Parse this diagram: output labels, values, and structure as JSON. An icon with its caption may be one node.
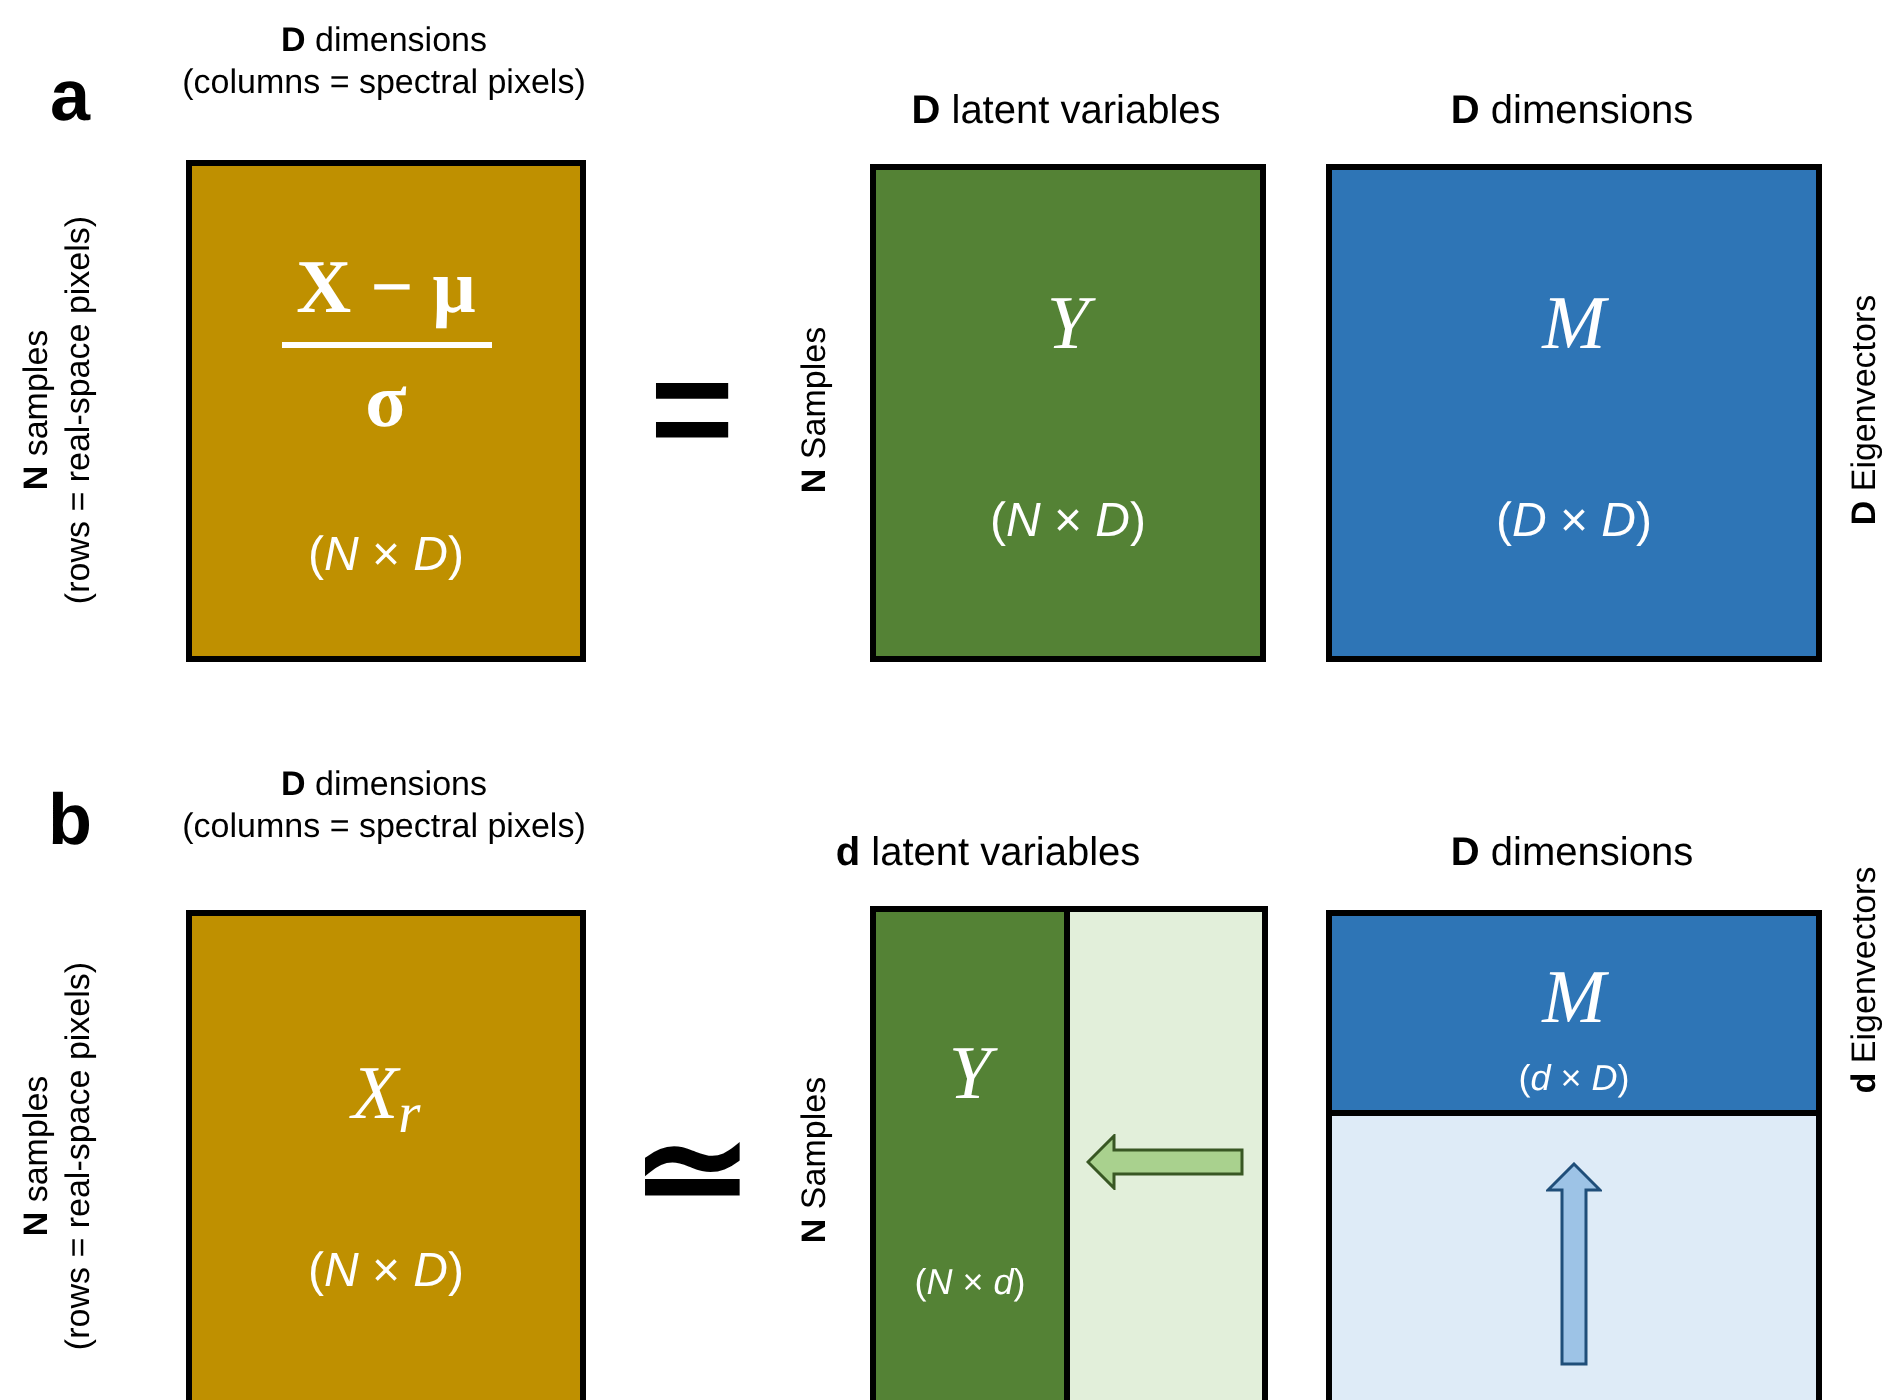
{
  "diagram": {
    "nodes": [
      {
        "text": [
          "**X** − μ",
          "σ",
          "(*N* × *D*)"
        ],
        "beside": [
          "**D** dimensions",
          "(columns = spectral pixels)",
          "**N** samples",
          "(rows = real-space pixels)"
        ]
      },
      {
        "text": [
          "*Y*",
          "(*N* × *D*)"
        ],
        "beside": [
          "**D** latent variables",
          "**N** Samples"
        ]
      },
      {
        "text": [
          "*M*",
          "(*D* × *D*)"
        ],
        "beside": [
          "**D** dimensions",
          "**D** Eigenvectors"
        ]
      },
      {
        "text": [
          "*X*$_{r}$",
          "(*N* × *D*)"
        ],
        "beside": [
          "**D** dimensions",
          "(columns = spectral pixels)",
          "**N** samples",
          "(rows = real-space pixels)"
        ]
      },
      {
        "text": [],
        "shape": "box",
        "beside": [
          "**d** latent variables",
          "**N** Samples"
        ]
      },
      {
        "text": [
          "*Y*",
          "(*N* × *d*)"
        ],
        "in": 4
      },
      {
        "text": [],
        "shape": "box",
        "in": 4
      },
      {
        "text": [],
        "shape": "box",
        "beside": [
          "**D** dimensions",
          "**d** Eigenvectors"
        ]
      },
      {
        "text": [
          "*M*",
          "(*d* × *D*)"
        ],
        "in": 7
      },
      {
        "text": [],
        "shape": "box",
        "in": 7
      }
    ],
    "labels": [
      "a",
      "=",
      "b",
      "≃"
    ]
  }
}
